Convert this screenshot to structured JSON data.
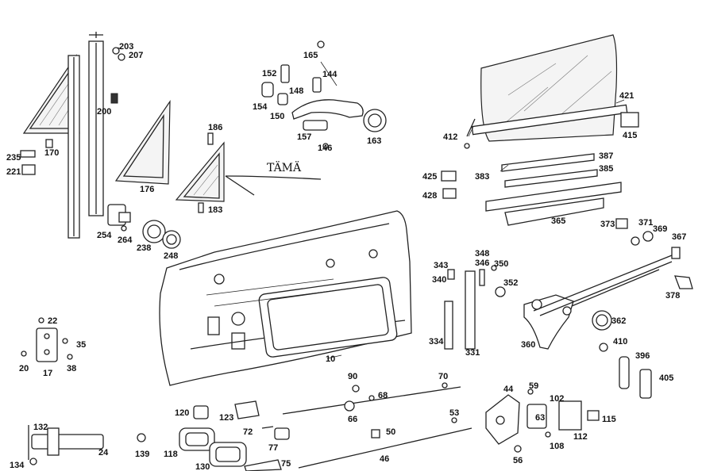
{
  "annotation": "TÄMÄ",
  "labels": [
    "203",
    "207",
    "200",
    "170",
    "235",
    "221",
    "254",
    "264",
    "238",
    "248",
    "176",
    "186",
    "183",
    "165",
    "144",
    "152",
    "148",
    "154",
    "150",
    "157",
    "146",
    "163",
    "412",
    "421",
    "415",
    "383",
    "387",
    "385",
    "425",
    "428",
    "365",
    "373",
    "371",
    "369",
    "367",
    "343",
    "348",
    "346",
    "350",
    "340",
    "352",
    "378",
    "362",
    "360",
    "410",
    "396",
    "405",
    "334",
    "331",
    "10",
    "22",
    "35",
    "20",
    "17",
    "38",
    "90",
    "68",
    "70",
    "66",
    "53",
    "46",
    "50",
    "120",
    "123",
    "72",
    "77",
    "75",
    "118",
    "130",
    "132",
    "134",
    "24",
    "139",
    "44",
    "59",
    "102",
    "63",
    "115",
    "112",
    "108",
    "56"
  ]
}
